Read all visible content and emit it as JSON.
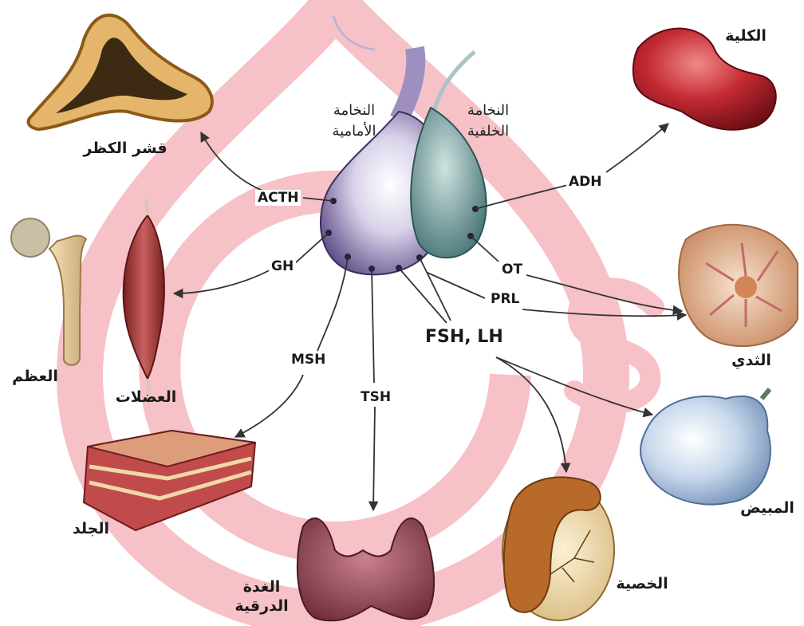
{
  "diagram": {
    "pituitary": {
      "anterior_label_line1": "النخامة",
      "anterior_label_line2": "الأمامية",
      "posterior_label_line1": "النخامة",
      "posterior_label_line2": "الخلفية"
    },
    "hormones": {
      "acth": "ACTH",
      "gh": "GH",
      "msh": "MSH",
      "tsh": "TSH",
      "fsh_lh": "FSH, LH",
      "prl": "PRL",
      "ot": "OT",
      "adh": "ADH"
    },
    "targets": {
      "adrenal_cortex": "قشر الكظر",
      "bone": "العظم",
      "muscles": "العضلات",
      "skin": "الجلد",
      "thyroid_line1": "الغدة",
      "thyroid_line2": "الدرقية",
      "testis": "الخصية",
      "ovary": "المبيض",
      "breast": "الثدي",
      "kidney": "الكلية"
    },
    "colors": {
      "watermark": "#e0243a",
      "anterior_lobe": "#8a78b4",
      "posterior_lobe": "#6f9f9f",
      "arrow": "#333333"
    }
  }
}
